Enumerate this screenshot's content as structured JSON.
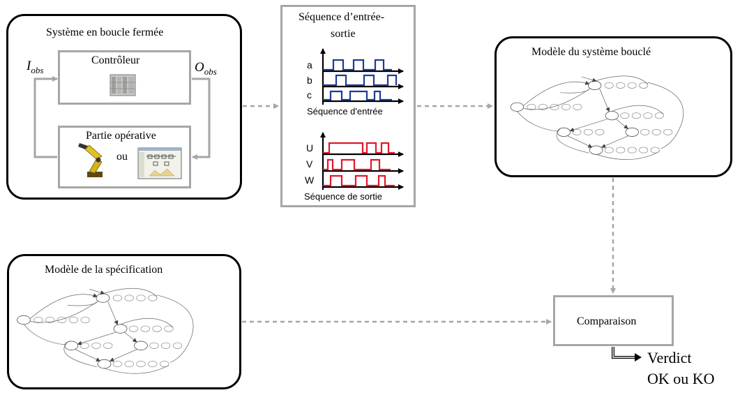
{
  "closed_loop": {
    "title": "Système  en boucle fermée",
    "controller_label": "Contrôleur",
    "plant_label": "Partie opérative",
    "or_label": "ou",
    "i_obs_main": "I",
    "i_obs_sub": "obs",
    "o_obs_main": "O",
    "o_obs_sub": "obs"
  },
  "io_sequence": {
    "title_line1": "Séquence  d’entrée-",
    "title_line2": "sortie",
    "input_signals": [
      "a",
      "b",
      "c"
    ],
    "input_caption": "Séquence d'entrée",
    "output_signals": [
      "U",
      "V",
      "W"
    ],
    "output_caption": "Séquence de sortie",
    "colors": {
      "input": "#1f3a93",
      "output": "#e0182a"
    }
  },
  "closed_model": {
    "title": "Modèle du système  bouclé"
  },
  "spec_model": {
    "title": "Modèle de la spécification"
  },
  "comparison": {
    "label": "Comparaison"
  },
  "verdict": {
    "line1": "Verdict",
    "line2": "OK ou KO"
  }
}
